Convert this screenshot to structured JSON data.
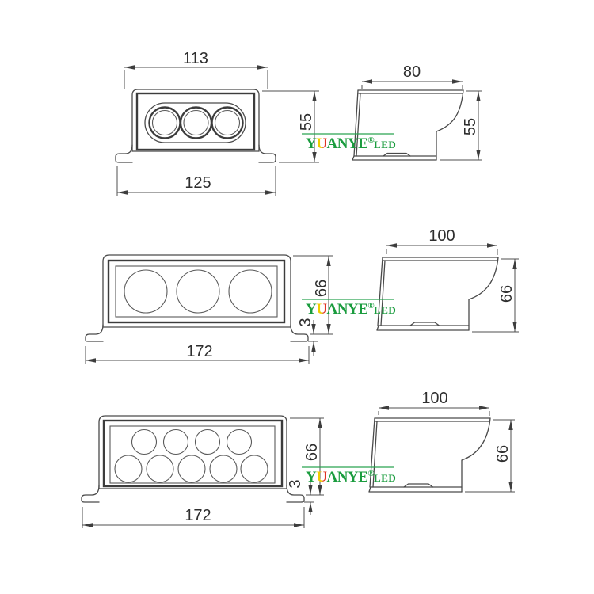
{
  "brand": {
    "letter_y": "Y",
    "letter_u": "U",
    "letters_rest": "ANYE",
    "registered": "®",
    "suffix": "LED"
  },
  "views": {
    "row1_front": {
      "lamp_count": 3,
      "dim_top_width": "113",
      "dim_height": "55",
      "dim_bottom_width": "125"
    },
    "row1_side": {
      "dim_depth": "80",
      "dim_height": "55"
    },
    "row2_front": {
      "lamp_count": 3,
      "dim_height": "66",
      "dim_flange_thickness": "3",
      "dim_bottom_width": "172"
    },
    "row2_side": {
      "dim_depth": "100",
      "dim_height": "66"
    },
    "row3_front": {
      "lamp_count": 9,
      "dim_height": "66",
      "dim_flange_thickness": "3",
      "dim_bottom_width": "172"
    },
    "row3_side": {
      "dim_depth": "100",
      "dim_height": "66"
    }
  },
  "colors": {
    "line": "#4a4a4a",
    "dimension_text": "#2e2e2e",
    "brand_green": "#1a9c3e",
    "brand_yellow": "#f0cd00",
    "brand_red": "#df3222"
  }
}
